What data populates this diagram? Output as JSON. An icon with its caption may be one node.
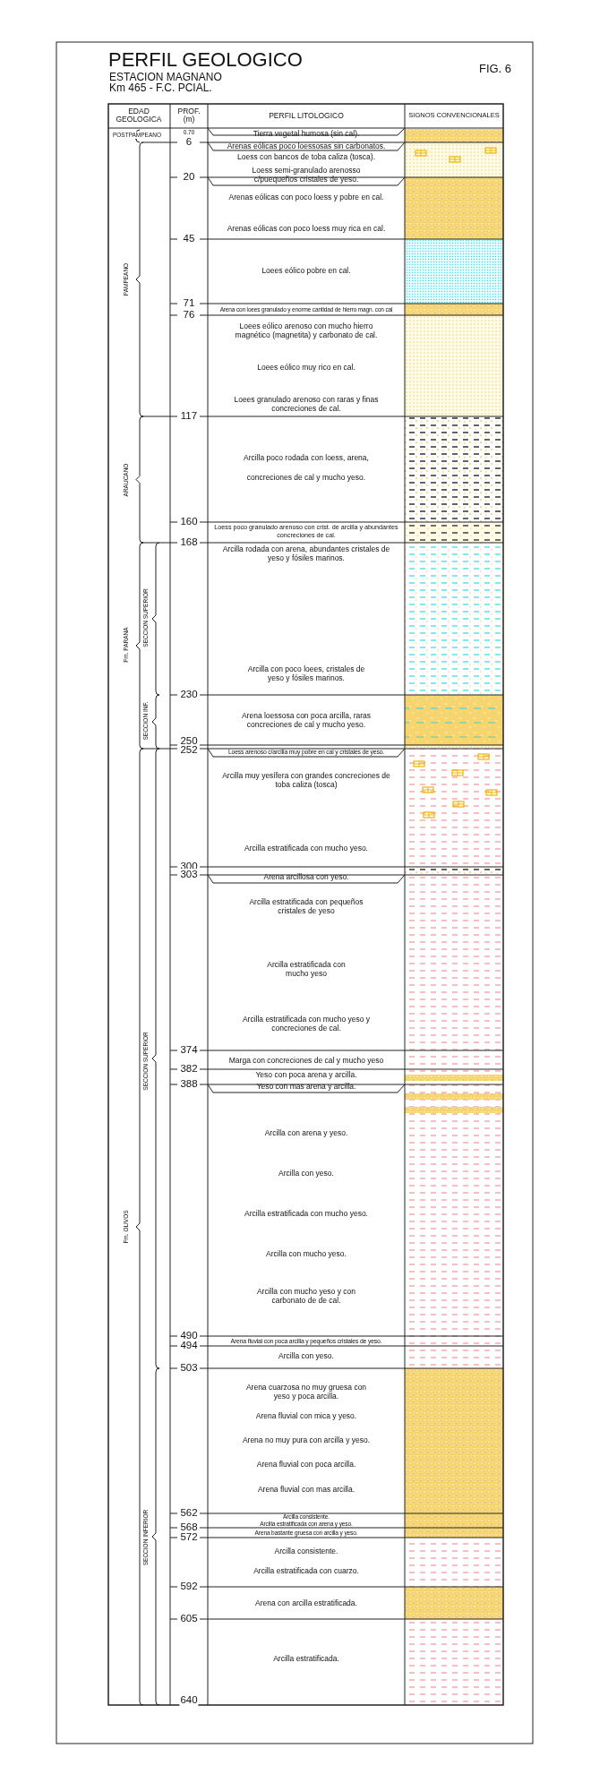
{
  "diagram": {
    "title": "PERFIL GEOLOGICO",
    "labels": [
      "ESTACION MAGNANO",
      "Km 465 - F.C. PCIAL.",
      "FIG. 6",
      "EDAD GEOLOGICA",
      "PROF. (m)",
      "PERFIL LITOLOGICO",
      "SIGNOS CONVENCIONALES",
      "POSTPAMPEANO",
      "PAMPEANO",
      "ARAUCANO",
      "Fm. PARANA",
      "SECCION SUPERIOR",
      "SECCION INF.",
      "SECCION SUPERIOR",
      "Fm. OLIVOS",
      "SECCION INFERIOR",
      "0.70",
      "6",
      "20",
      "45",
      "71",
      "76",
      "117",
      "160",
      "168",
      "230",
      "250",
      "252",
      "300",
      "303",
      "374",
      "382",
      "388",
      "490",
      "494",
      "503",
      "562",
      "568",
      "572",
      "592",
      "605",
      "640",
      "Tierra vegetal humosa (sin cal).",
      "Arenas eólicas poco loessosas sin carbonatos.",
      "Loess con bancos de toba caliza (tosca).",
      "Loess semi-granulado arenosso c/puequeños cristales de yeso.",
      "Arenas eólicas con poco loess y pobre en cal.",
      "Arenas eólicas con poco loess muy rica en cal.",
      "Loees eólico pobre en cal.",
      "Arena con loees granulado y enorme cantidad de hierro magn. con cal",
      "Loees eólico arenoso con mucho hierro magnético (magnetita) y carbonato de cal.",
      "Loees eólico muy rico en cal.",
      "Loees granulado arenoso con raras y finas concreciones de cal.",
      "Arcilla poco rodada con loess, arena, concreciones de cal y mucho yeso.",
      "Loess poco granulado arenoso con crist. de arcilla y abundantes concreciones de cal.",
      "Arcilla rodada con arena, abundantes cristales de yeso y fósiles marinos.",
      "Arcilla con poco loees, cristales de yeso y fósiles marinos.",
      "Arena loessosa con poca arcilla, raras concreciones de cal y mucho yeso.",
      "Loess arenoso c/arcilla muy pobre en cal y cristales de yeso.",
      "Arcilla muy yesífera con grandes concreciones de toba caliza (tosca)",
      "Arcilla estratificada con mucho yeso.",
      "Arena arcillosa con yeso.",
      "Arcilla estratificada con pequeños cristales de yeso",
      "Arcilla estratificada con mucho yeso",
      "Arcilla estratificada con mucho yeso y concreciones de cal.",
      "Marga con concreciones de cal y mucho yeso",
      "Yeso con poca arena y arcilla.",
      "Yeso con mas arena y arcilla.",
      "Arcilla con arena y yeso.",
      "Arcilla con yeso.",
      "Arcilla estratificada con mucho yeso.",
      "Arcilla con mucho yeso.",
      "Arcilla con mucho yeso y con carbonato de de cal.",
      "Arena fluvial con poca arcilla y pequeños cristales de yeso.",
      "Arcilla con yeso.",
      "Arena cuarzosa no muy gruesa con yeso y poca arcilla.",
      "Arena fluvial con mica y yeso.",
      "Arena no muy pura con arcilla y yeso.",
      "Arena fluvial con poca arcilla.",
      "Arena fluvial con mas arcilla.",
      "Arcilla consistente.",
      "Arcilla estratificada con arena y yeso.",
      "Arena bastante gruesa con arcilla y yeso.",
      "Arcilla consistente.",
      "Arcilla estratificada con cuarzo.",
      "Arena con arcilla estratificada.",
      "Arcilla estratificada."
    ]
  }
}
